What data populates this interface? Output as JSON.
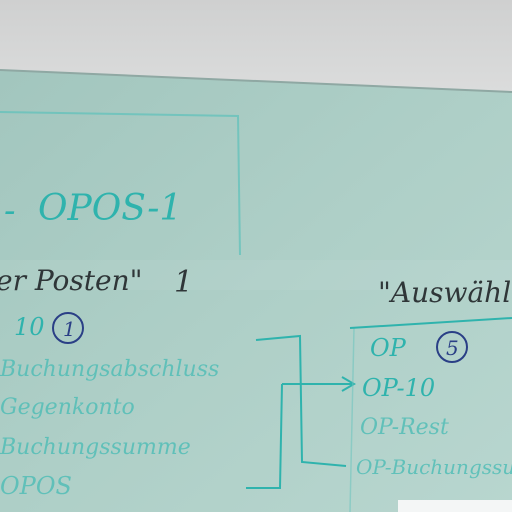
{
  "scene": {
    "description_free": true,
    "colors": {
      "wall": "#d4d5d5",
      "board": "#a9cbc3",
      "marker_teal": "#2fb3ad",
      "marker_black": "#2f3638",
      "marker_navy": "#2a3f86"
    }
  },
  "whiteboard": {
    "box_text": "OPOS-1",
    "box_text_prefix": "-",
    "left_heading": "er Posten\"",
    "left_heading_number": "1",
    "left_list": [
      "10",
      "Buchungsabschluss",
      "Gegenkonto",
      "Buchungssumme",
      "OPOS"
    ],
    "left_circle_number": "1",
    "right_heading": "\"Auswählen",
    "right_list": [
      "OP",
      "OP-10",
      "OP-Rest",
      "OP-Buchungssumme"
    ],
    "right_circle_number": "5"
  }
}
